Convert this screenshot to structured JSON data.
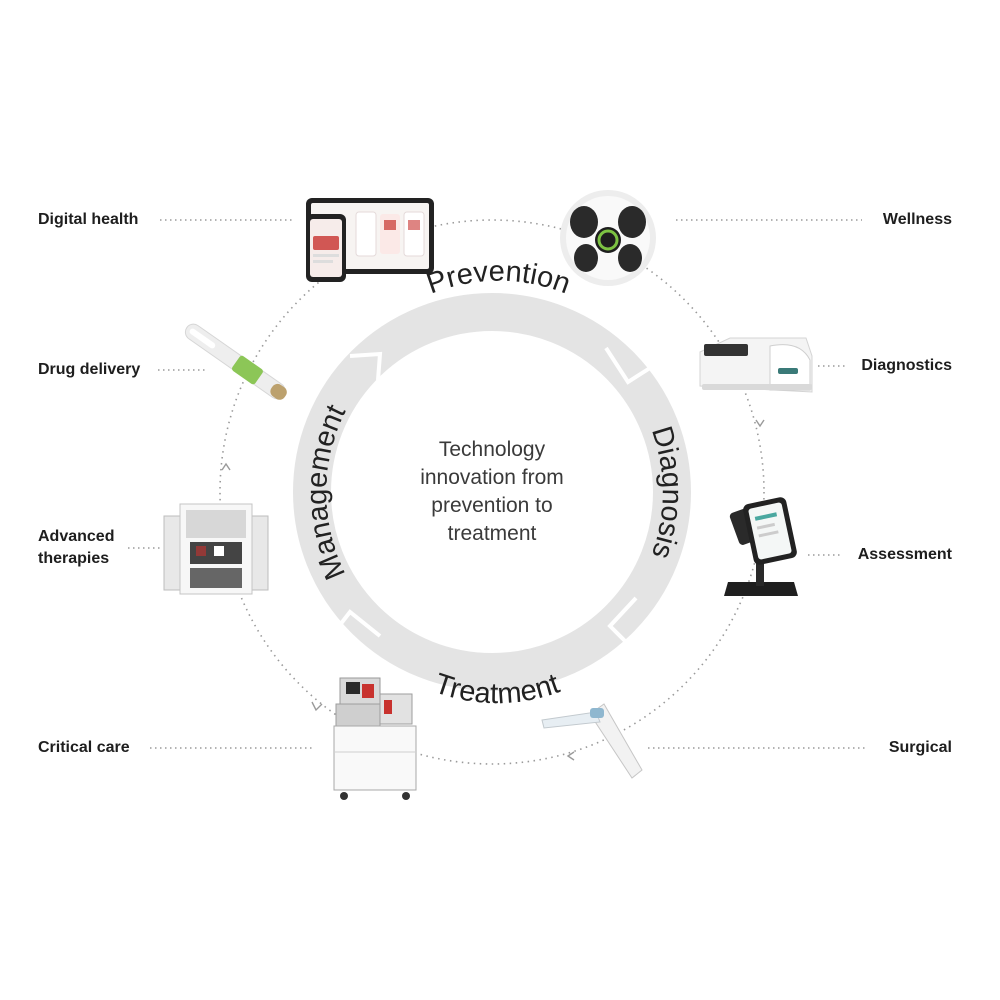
{
  "center": {
    "lines": [
      "Technology",
      "innovation from",
      "prevention to",
      "treatment"
    ]
  },
  "phases": {
    "prevention": "Prevention",
    "diagnosis": "Diagnosis",
    "treatment": "Treatment",
    "management": "Management"
  },
  "categories": {
    "digital_health": "Digital health",
    "wellness": "Wellness",
    "drug_delivery": "Drug delivery",
    "diagnostics": "Diagnostics",
    "advanced_therapies_1": "Advanced",
    "advanced_therapies_2": "therapies",
    "assessment": "Assessment",
    "critical_care": "Critical care",
    "surgical": "Surgical"
  },
  "colors": {
    "ring": "#e4e4e4",
    "dotted": "#9a9a9a",
    "accent_green": "#7cc242",
    "accent_red": "#c8322e"
  }
}
